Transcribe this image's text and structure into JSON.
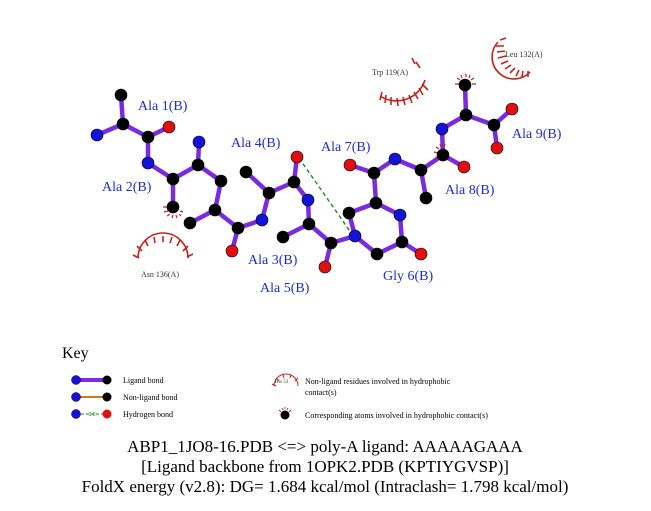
{
  "colors": {
    "ligand_bond": "#7a2be0",
    "carbon": "#000000",
    "nitrogen": "#1414d8",
    "oxygen": "#e01010",
    "hbond": "#1a8a1a",
    "hydrophobic_arc": "#c0241e",
    "residue_label": "#1f2bd0",
    "nonligand_bond": "#c8781e"
  },
  "residue_labels": [
    "Ala 1(B)",
    "Ala 2(B)",
    "Ala 4(B)",
    "Ala 7(B)",
    "Ala 9(B)",
    "Ala 8(B)",
    "Ala 3(B)",
    "Ala 5(B)",
    "Gly 6(B)"
  ],
  "hydrophobic_residues": [
    "Trp 119(A)",
    "Leu 132(A)",
    "Asn 136(A)"
  ],
  "key": {
    "title": "Key",
    "ligand_bond": "Ligand bond",
    "nonligand_bond": "Non-ligand bond",
    "hydrogen_bond": "Hydrogen bond",
    "hbond_distance": "3.0",
    "hydrophobic_example_label": "His 53",
    "hydrophobic_residues_text_1": "Non-ligand residues involved in hydrophobic",
    "hydrophobic_residues_text_2": "contact(s)",
    "hydrophobic_atoms_text": "Corresponding atoms involved in hydrophobic contact(s)"
  },
  "caption": {
    "line1": "ABP1_1JO8-16.PDB <=> poly-A ligand: AAAAAGAAA",
    "line2": "[Ligand backbone from 1OPK2.PDB (KPTIYGVSP)]",
    "line3": "FoldX energy (v2.8): DG= 1.684 kcal/mol (Intraclash= 1.798 kcal/mol)"
  }
}
